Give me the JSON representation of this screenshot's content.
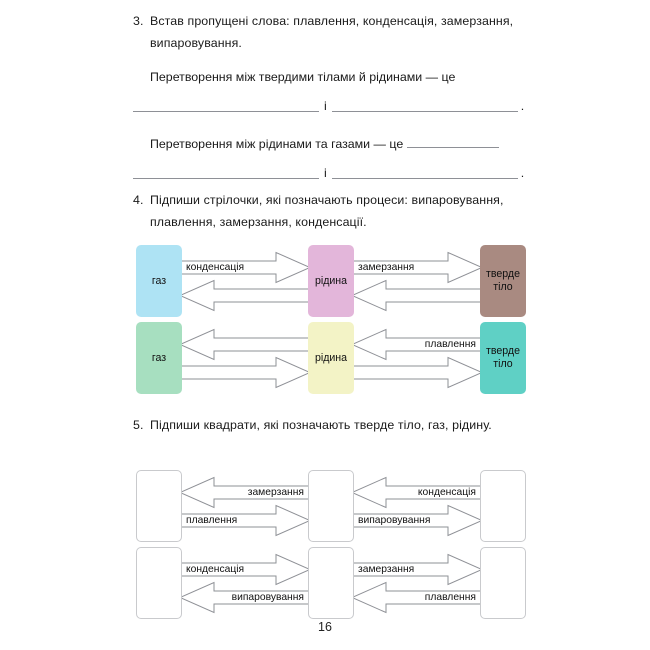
{
  "page": {
    "number": "16"
  },
  "tasks": [
    {
      "number": "3.",
      "prompt": "Встав пропущені слова: плавлення, конденсація, замерзання, випаровування.",
      "sentences": [
        {
          "text": "Перетворення між твердими тілами й рідинами — це",
          "conjunction": "і",
          "period": "."
        },
        {
          "text": "Перетворення між рідинами та газами — це",
          "conjunction": "і",
          "period": "."
        }
      ]
    },
    {
      "number": "4.",
      "prompt": "Підпиши стрілочки, які позначають процеси: випаровування, плавлення, замерзання, конденсації."
    },
    {
      "number": "5.",
      "prompt": "Підпиши квадрати, які позначають тверде тіло, газ, рідину."
    }
  ],
  "diagrams": [
    {
      "id": "row-1",
      "boxes": [
        {
          "label": "газ",
          "color": "#aee3f4"
        },
        {
          "label": "рідина",
          "color": "#e3b6da"
        },
        {
          "label": "тверде тіло",
          "color": "#a98a81"
        }
      ],
      "arrows": {
        "left_top": "конденсація",
        "left_bottom": "",
        "right_top": "замерзання",
        "right_bottom": ""
      }
    },
    {
      "id": "row-2",
      "boxes": [
        {
          "label": "газ",
          "color": "#a7dfc0"
        },
        {
          "label": "рідина",
          "color": "#f3f3c6"
        },
        {
          "label": "тверде тіло",
          "color": "#5fd0c5"
        }
      ],
      "arrows": {
        "left_top": "",
        "left_bottom": "",
        "right_top": "плавлення",
        "right_bottom": ""
      }
    },
    {
      "id": "row-3",
      "boxes": [
        {
          "label": "",
          "color": ""
        },
        {
          "label": "",
          "color": ""
        },
        {
          "label": "",
          "color": ""
        }
      ],
      "arrows": {
        "left_top": "замерзання",
        "left_bottom": "плавлення",
        "right_top": "конденсація",
        "right_bottom": "випаровування"
      }
    },
    {
      "id": "row-4",
      "boxes": [
        {
          "label": "",
          "color": ""
        },
        {
          "label": "",
          "color": ""
        },
        {
          "label": "",
          "color": ""
        }
      ],
      "arrows": {
        "left_top": "конденсація",
        "left_bottom": "випаровування",
        "right_top": "замерзання",
        "right_bottom": "плавлення"
      }
    }
  ]
}
